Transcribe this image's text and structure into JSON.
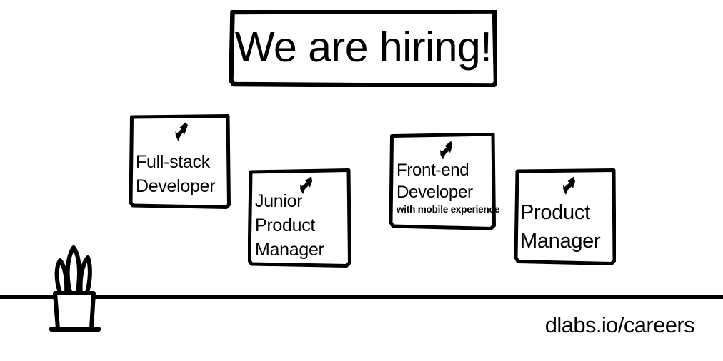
{
  "poster": {
    "background_color": "#ffffff",
    "ink_color": "#000000",
    "headline": "We are hiring!",
    "url": "dlabs.io/careers"
  },
  "banner": {
    "text": "We are hiring!"
  },
  "notes": [
    {
      "id": "full-stack-developer",
      "pin_icon": "pushpin-icon",
      "lines": [
        "Full-stack",
        "Developer"
      ],
      "subtitle": ""
    },
    {
      "id": "junior-product-manager",
      "pin_icon": "pushpin-icon",
      "lines": [
        "Junior",
        "Product",
        "Manager"
      ],
      "subtitle": ""
    },
    {
      "id": "front-end-developer",
      "pin_icon": "pushpin-icon",
      "lines": [
        "Front-end",
        "Developer"
      ],
      "subtitle": "with mobile experience"
    },
    {
      "id": "product-manager",
      "pin_icon": "pushpin-icon",
      "lines": [
        "Product",
        "Manager"
      ],
      "subtitle": ""
    }
  ],
  "decor": {
    "plant_icon": "potted-plant-icon",
    "shelf_icon": "shelf-line"
  },
  "footer": {
    "url": "dlabs.io/careers"
  }
}
